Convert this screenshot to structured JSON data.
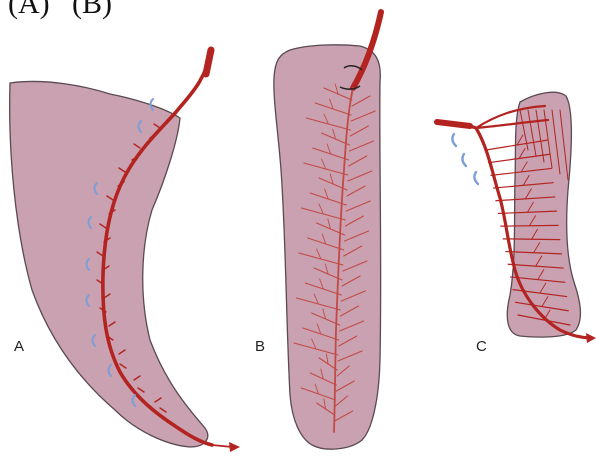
{
  "figure": {
    "header_labels": [
      "(A)",
      "(B)"
    ],
    "panels": [
      {
        "label": "A",
        "caption_text": "A"
      },
      {
        "label": "B",
        "caption_text": "B"
      },
      {
        "label": "C",
        "caption_text": "C"
      }
    ]
  },
  "colors": {
    "tissue_fill": "#c9a1b1",
    "tissue_stroke": "#5a4a52",
    "artery": "#b3231f",
    "branch": "#c24a45",
    "ligature": "#7e9ed6",
    "background": "#ffffff"
  }
}
